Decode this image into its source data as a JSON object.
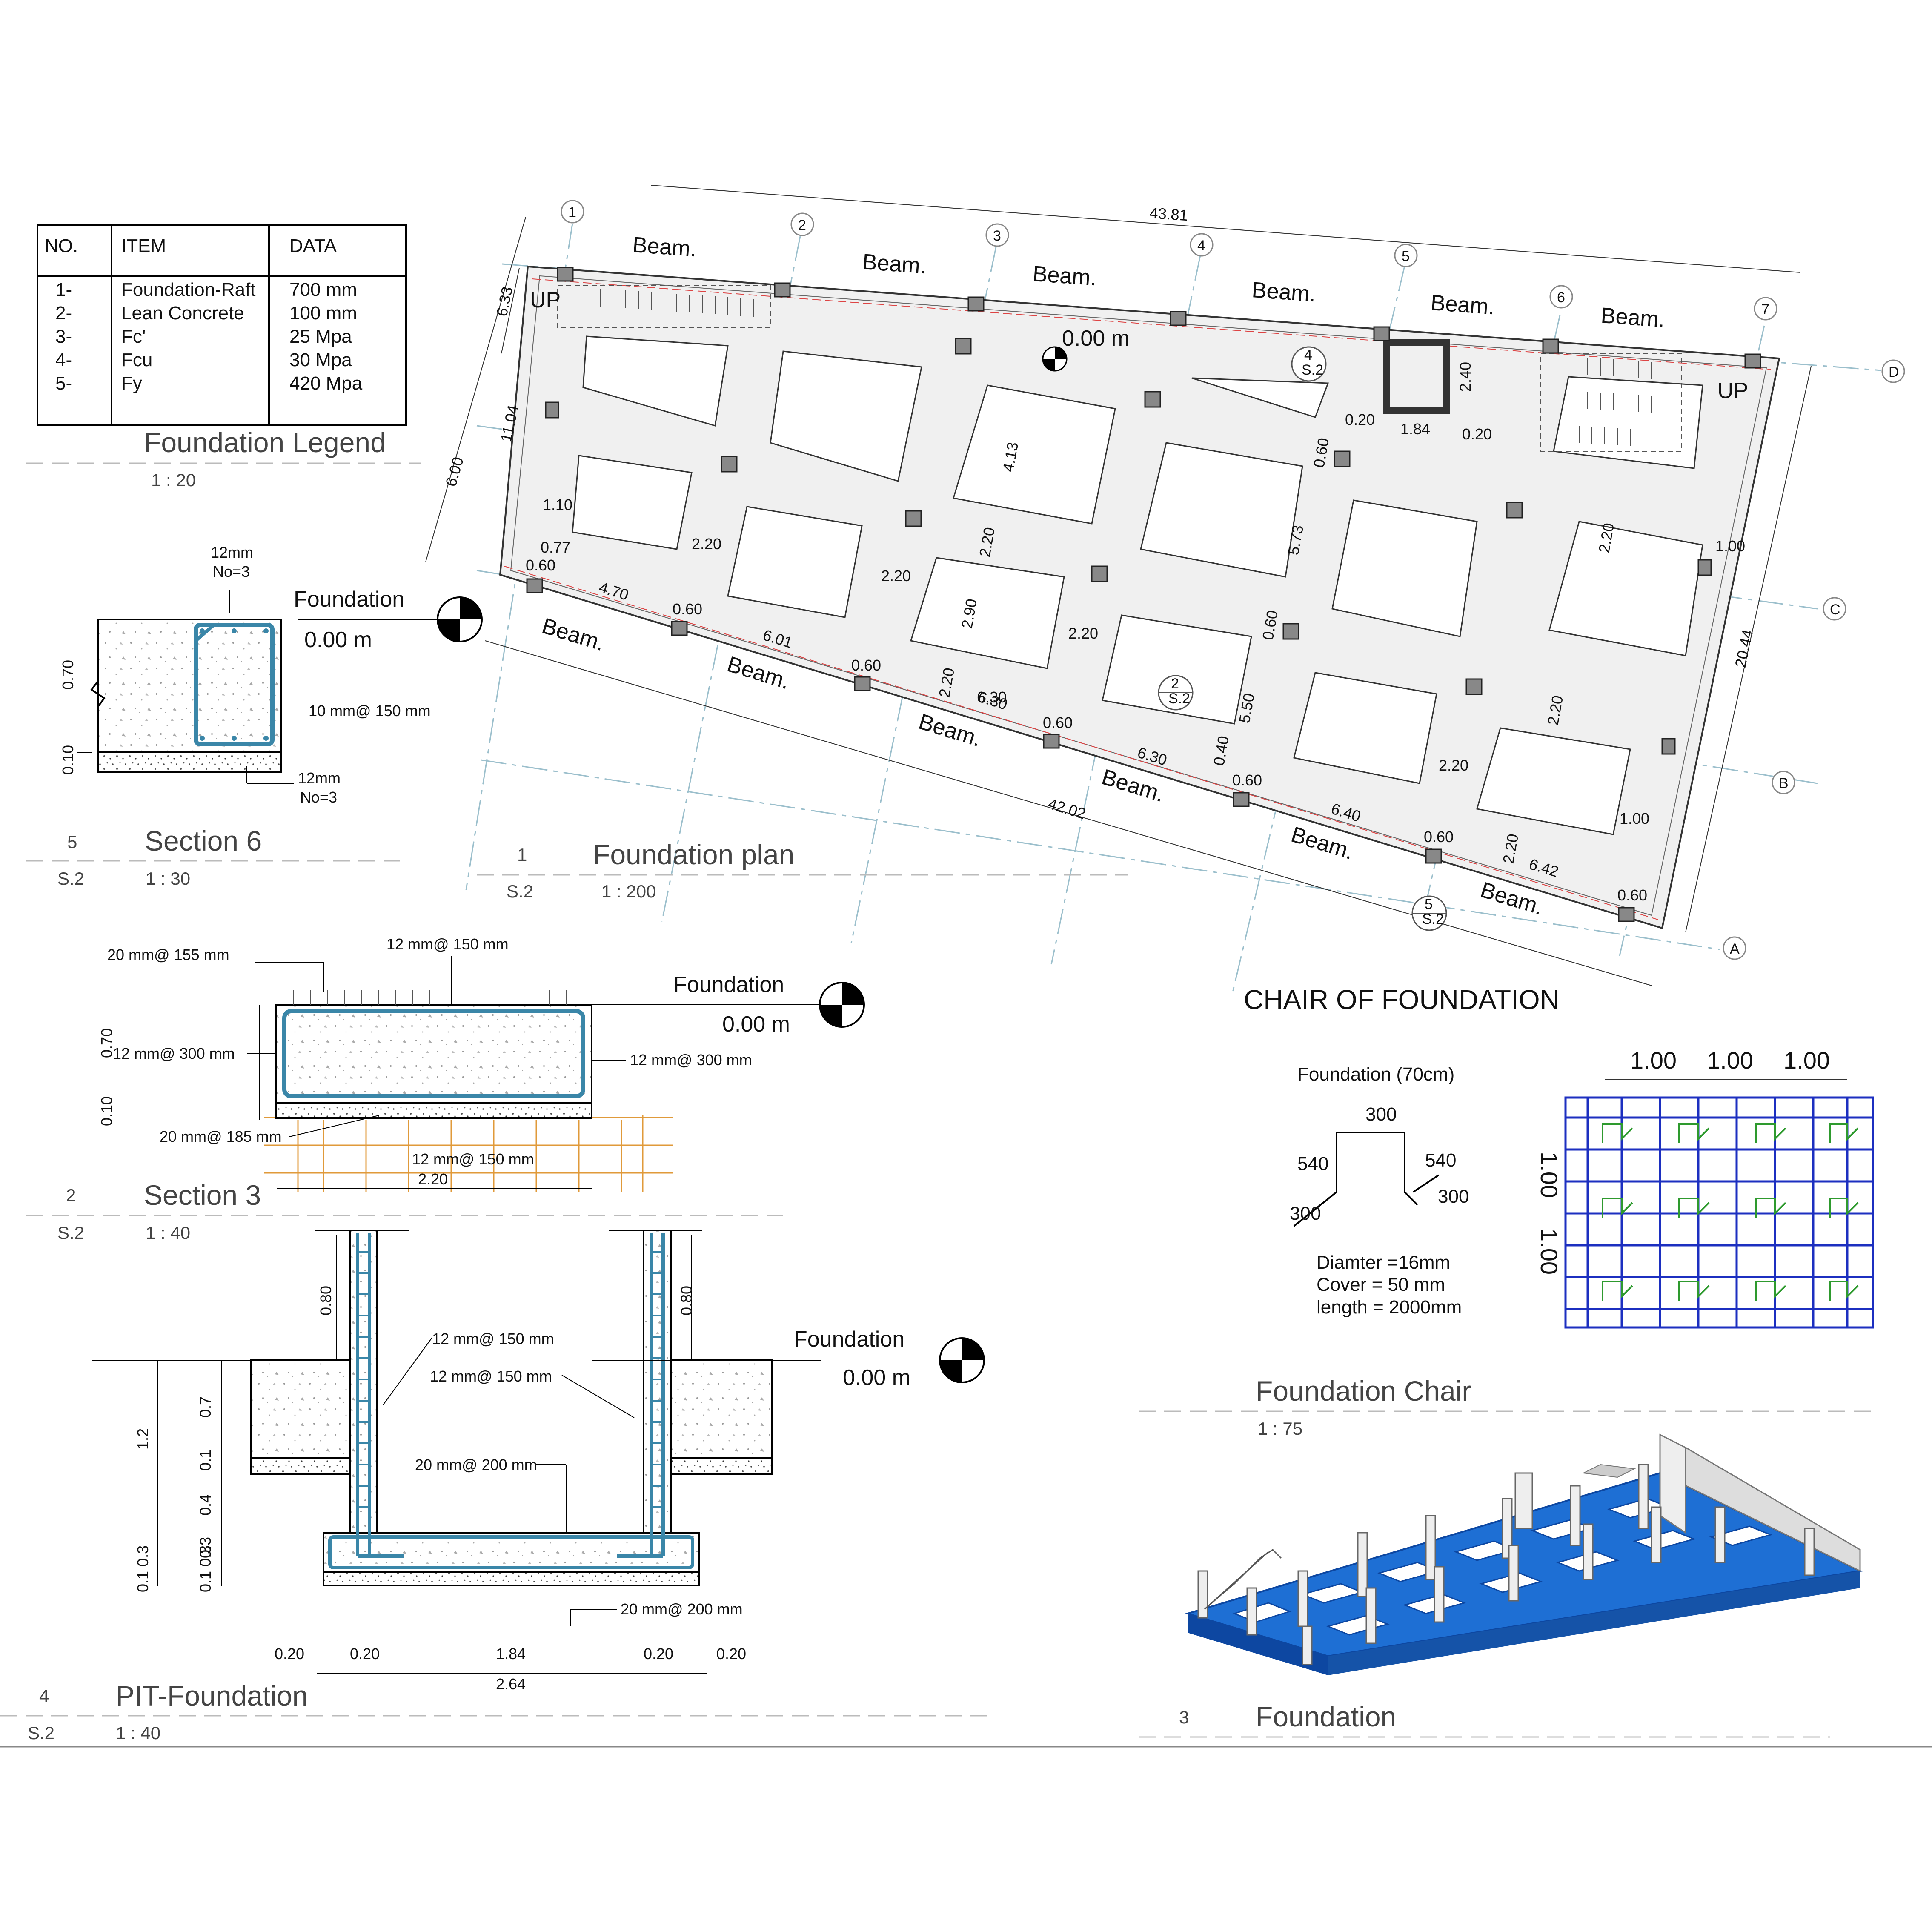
{
  "legend": {
    "headers": [
      "NO.",
      "ITEM",
      "DATA"
    ],
    "rows": [
      {
        "no": "1-",
        "item": "Foundation-Raft",
        "data": "700 mm"
      },
      {
        "no": "2-",
        "item": "Lean Concrete",
        "data": "100 mm"
      },
      {
        "no": "3-",
        "item": "Fc'",
        "data": "25   Mpa"
      },
      {
        "no": "4-",
        "item": "Fcu",
        "data": "30   Mpa"
      },
      {
        "no": "5-",
        "item": "Fy",
        "data": "420 Mpa"
      }
    ],
    "title": "Foundation Legend",
    "scale": "1 : 20"
  },
  "section6": {
    "number": "5",
    "sheet": "S.2",
    "title": "Section 6",
    "scale": "1 : 30",
    "top_bar": "12mm",
    "top_no": "No=3",
    "stirrup": "10 mm@ 150 mm",
    "bot_bar": "12mm",
    "bot_no": "No=3",
    "dim_070": "0.70",
    "dim_010": "0.10",
    "level_label": "Foundation",
    "level_value": "0.00 m"
  },
  "plan": {
    "number": "1",
    "sheet": "S.2",
    "title": "Foundation plan",
    "scale": "1 : 200",
    "beam_label": "Beam.",
    "up_label": "UP",
    "level": "0.00 m",
    "grid_numbers": [
      "1",
      "2",
      "3",
      "4",
      "5",
      "6",
      "7"
    ],
    "grid_letters": [
      "A",
      "B",
      "C",
      "D"
    ],
    "section_tags": [
      {
        "n": "4",
        "s": "S.2"
      },
      {
        "n": "2",
        "s": "S.2"
      },
      {
        "n": "5",
        "s": "S.2"
      }
    ],
    "dims": {
      "top": "43.81",
      "bottom": "42.02",
      "right": "20.44",
      "left_a": "6.33",
      "left_b": "11.04",
      "left_c": "6.00",
      "d110": "1.10",
      "d077": "0.77",
      "d060": "0.60",
      "d470": "4.70",
      "d220": "2.20",
      "d601": "6.01",
      "d413": "4.13",
      "d290": "2.90",
      "d630": "6.30",
      "d573": "5.73",
      "d550": "5.50",
      "d040": "0.40",
      "d640": "6.40",
      "d642": "6.42",
      "d100": "1.00",
      "d240": "2.40",
      "d184": "1.84",
      "d020": "0.20"
    }
  },
  "section3": {
    "number": "2",
    "sheet": "S.2",
    "title": "Section 3",
    "scale": "1 : 40",
    "top_bar": "12 mm@ 150 mm",
    "top_main": "20 mm@ 155 mm",
    "side_left": "12 mm@ 300 mm",
    "side_right": "12 mm@ 300 mm",
    "bot_main": "20 mm@ 185 mm",
    "bot_bar": "12 mm@ 150 mm",
    "width": "2.20",
    "dim_070": "0.70",
    "dim_010": "0.10",
    "level_label": "Foundation",
    "level_value": "0.00 m"
  },
  "pit": {
    "number": "4",
    "sheet": "S.2",
    "title": "PIT-Foundation",
    "scale": "1 : 40",
    "wall_bar_1": "12 mm@ 150 mm",
    "wall_bar_2": "12 mm@ 150 mm",
    "slab_top": "20 mm@ 200 mm",
    "slab_bot": "20 mm@ 200 mm",
    "h080": "0.80",
    "h12": "1.2",
    "h07": "0.7",
    "h01": "0.1",
    "h04": "0.4",
    "h03": "0.3",
    "h0103": "0.1 0.3",
    "w020": "0.20",
    "w184": "1.84",
    "w264": "2.64",
    "level_label": "Foundation",
    "level_value": "0.00 m"
  },
  "chair": {
    "heading": "CHAIR OF FOUNDATION",
    "sub": "Foundation (70cm)",
    "d300": "300",
    "d540": "540",
    "diameter": "Diamter =16mm",
    "cover": "Cover   = 50 mm",
    "length": "length   = 2000mm",
    "grid_dim": "1.00",
    "title": "Foundation Chair",
    "scale": "1 : 75"
  },
  "iso": {
    "number": "3",
    "title": "Foundation"
  },
  "colors": {
    "rebar": "#3a86a8",
    "grid_blue": "#1c2fc0",
    "chair_green": "#2e9a2e",
    "iso_blue": "#1565c9",
    "piles": "#e09a3a"
  }
}
